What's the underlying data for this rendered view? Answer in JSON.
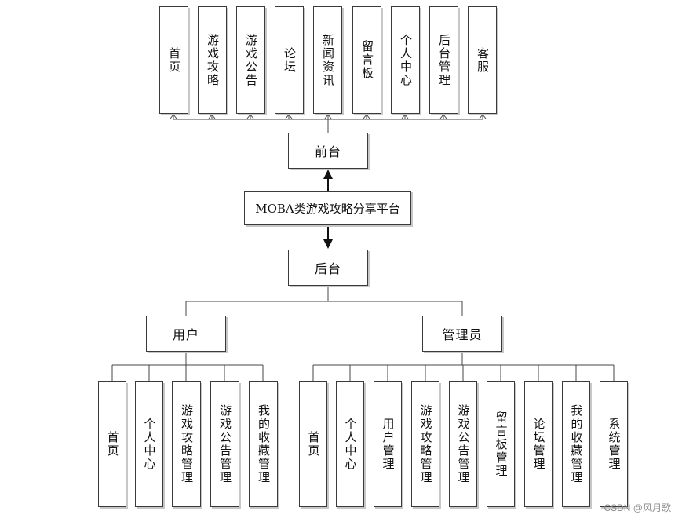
{
  "frontend": {
    "label": "前台",
    "items": [
      "首页",
      "游戏攻略",
      "游戏公告",
      "论坛",
      "新闻资讯",
      "留言板",
      "个人中心",
      "后台管理",
      "客服"
    ]
  },
  "platform": {
    "label": "MOBA类游戏攻略分享平台"
  },
  "backend": {
    "label": "后台",
    "user": {
      "label": "用户",
      "items": [
        "首页",
        "个人中心",
        "游戏攻略管理",
        "游戏公告管理",
        "我的收藏管理"
      ]
    },
    "admin": {
      "label": "管理员",
      "items": [
        "首页",
        "个人中心",
        "用户管理",
        "游戏攻略管理",
        "游戏公告管理",
        "留言板管理",
        "论坛管理",
        "我的收藏管理",
        "系统管理"
      ]
    }
  },
  "watermark": "CSDN @风月歌"
}
